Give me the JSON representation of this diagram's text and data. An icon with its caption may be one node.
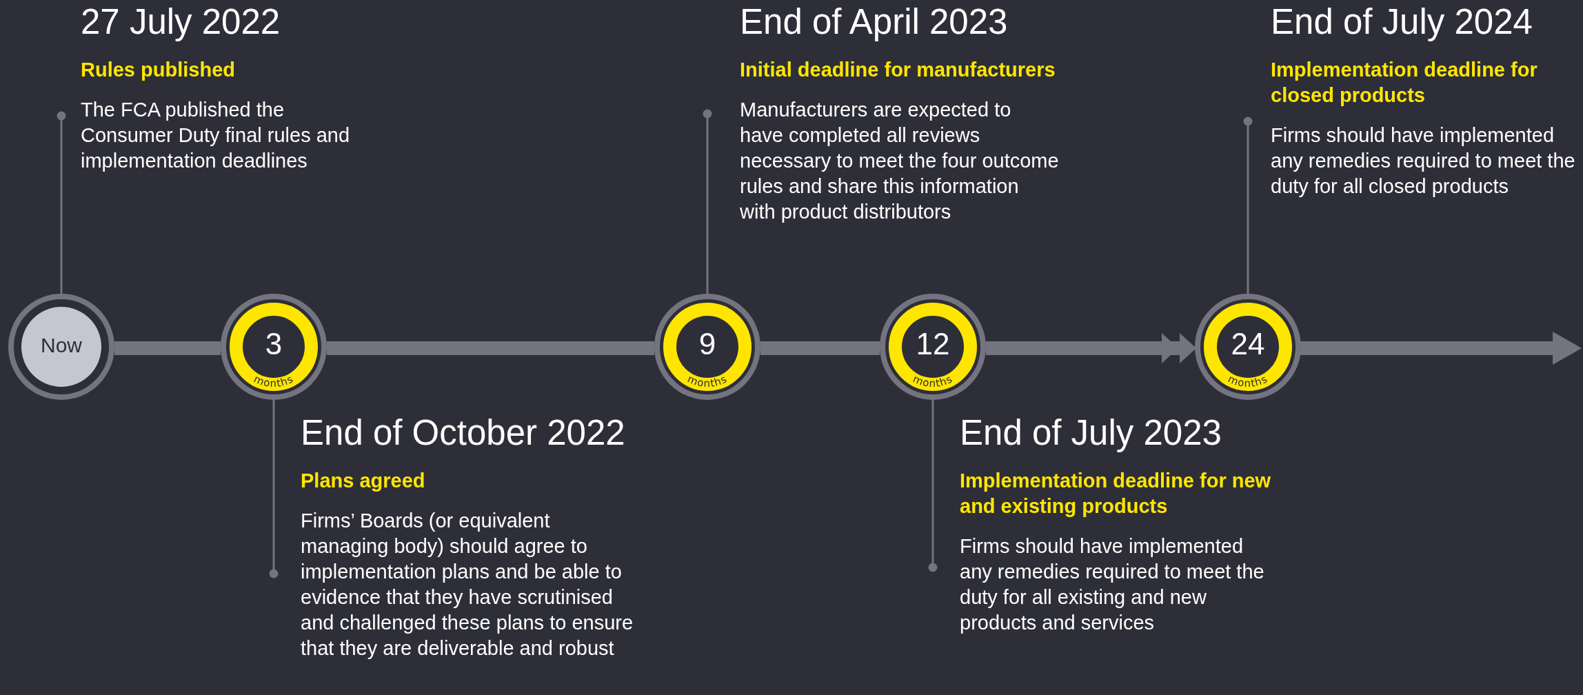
{
  "diagram": {
    "nodes": [
      {
        "text": [
          "27 July 2022",
          "Rules published",
          "The FCA published the Consumer Duty final rules and implementation deadlines"
        ]
      },
      {
        "text": [
          "End of April 2023",
          "Initial deadline for manufacturers",
          "Manufacturers are expected to have completed all reviews necessary to meet the four outcome rules and share this information with product distributors"
        ]
      },
      {
        "text": [
          "End of July 2024",
          "Implementation deadline for closed products",
          "Firms should have implemented any remedies required to meet the duty for all closed products"
        ]
      },
      {
        "text": [
          "Now"
        ]
      },
      {
        "text": [
          "3",
          "months"
        ]
      },
      {
        "text": [
          "9",
          "months"
        ]
      },
      {
        "text": [
          "12",
          "months"
        ]
      },
      {
        "text": [
          "24",
          "months"
        ]
      },
      {
        "text": [
          "End of October 2022",
          "Plans agreed",
          "Firms’ Boards (or equivalent managing body) should agree to implementation plans and be able to evidence that they have scrutinised and challenged these plans to ensure that they are deliverable and robust"
        ]
      },
      {
        "text": [
          "End of July 2023",
          "Implementation deadline for new and existing products",
          "Firms should have implemented any remedies required to meet the duty for all existing and new products and services"
        ]
      }
    ],
    "edges": [
      {
        "from": 3,
        "to": 4,
        "arrow": "none",
        "style": "thick"
      },
      {
        "from": 4,
        "to": 5,
        "arrow": "none",
        "style": "thick"
      },
      {
        "from": 5,
        "to": 6,
        "arrow": "none",
        "style": "thick"
      },
      {
        "from": 6,
        "to": 7,
        "arrow": "to",
        "style": "thick"
      },
      {
        "from": 7,
        "to": null,
        "arrow": "to",
        "style": "thick"
      },
      {
        "from": 0,
        "to": 3,
        "arrow": "other"
      },
      {
        "from": 8,
        "to": 4,
        "arrow": "other"
      },
      {
        "from": 1,
        "to": 5,
        "arrow": "other"
      },
      {
        "from": 9,
        "to": 6,
        "arrow": "other"
      },
      {
        "from": 2,
        "to": 7,
        "arrow": "other"
      }
    ]
  }
}
